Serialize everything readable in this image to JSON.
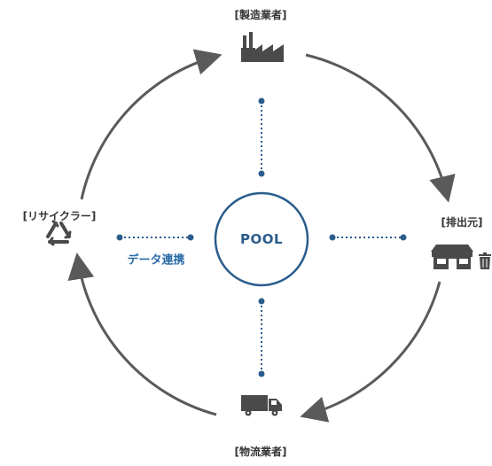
{
  "center": {
    "label": "POOL"
  },
  "link_label": "データ連携",
  "nodes": {
    "top": {
      "label": "[製造業者]",
      "icon": "factory-icon"
    },
    "right": {
      "label": "[排出元]",
      "icon": "shop-and-trash-icon"
    },
    "bottom": {
      "label": "[物流業者]",
      "icon": "truck-icon"
    },
    "left": {
      "label": "[リサイクラー]",
      "icon": "recycle-icon"
    }
  },
  "colors": {
    "accent": "#2a5d8c",
    "link_text": "#2a6aa8",
    "arrow": "#5a5a5a",
    "icon": "#4a4a4a",
    "label": "#333333"
  }
}
